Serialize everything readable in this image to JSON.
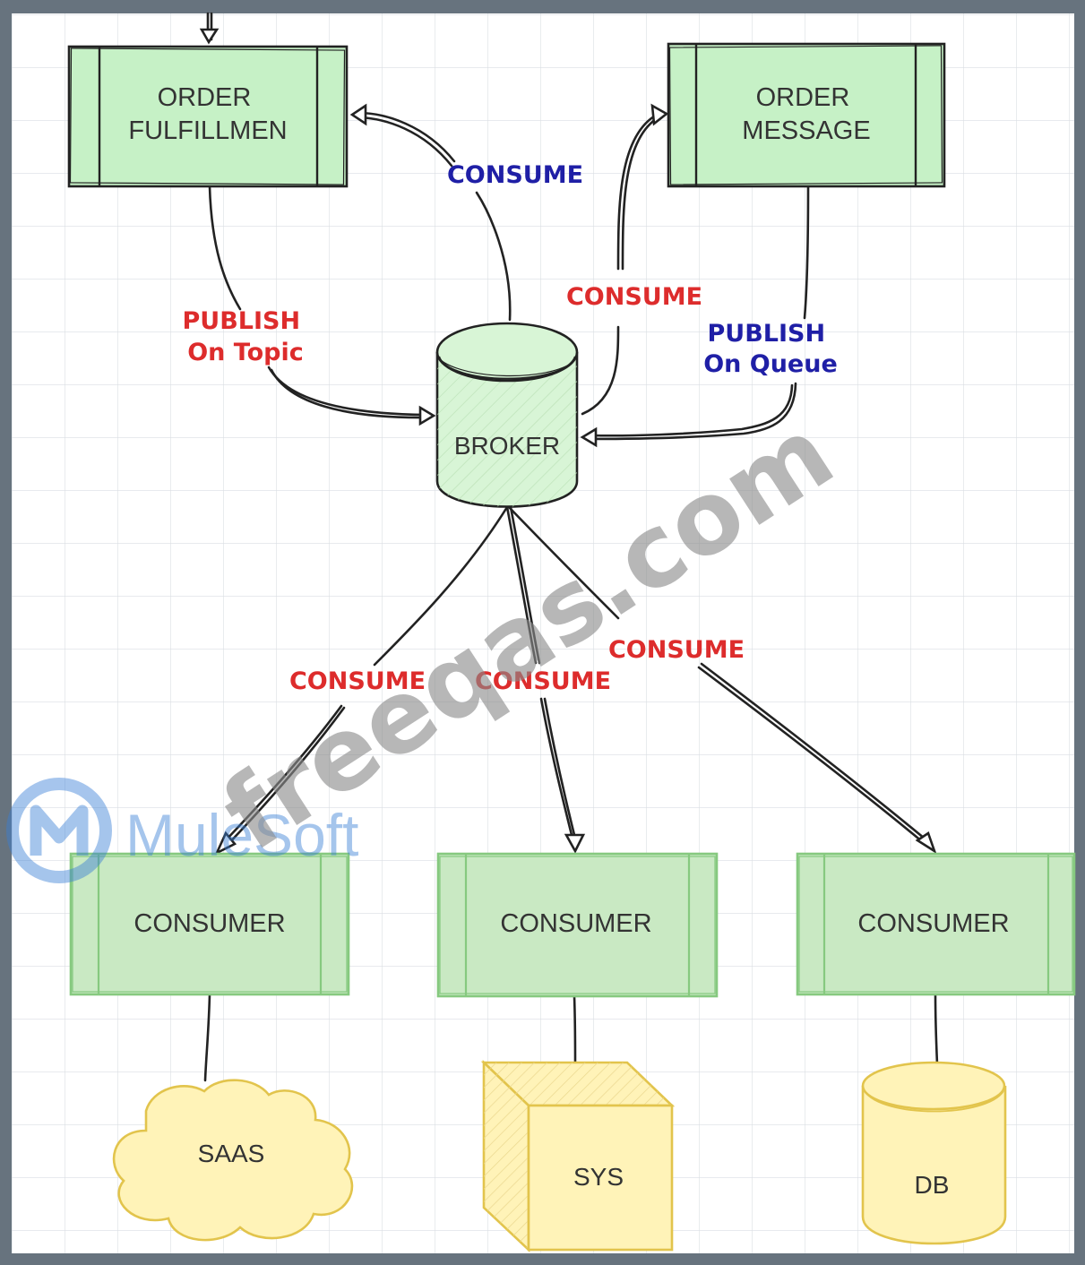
{
  "diagram": {
    "nodes": {
      "order_fulfillment": [
        "ORDER",
        "FULFILLMEN"
      ],
      "order_message": [
        "ORDER",
        "MESSAGE"
      ],
      "broker": "BROKER",
      "consumer_1": "CONSUMER",
      "consumer_2": "CONSUMER",
      "consumer_3": "CONSUMER",
      "saas": "SAAS",
      "sys": "SYS",
      "db": "DB"
    },
    "edges": {
      "publish_topic": [
        "PUBLISH",
        "On Topic"
      ],
      "publish_queue": [
        "PUBLISH",
        "On Queue"
      ],
      "consume_fulfillment": "CONSUME",
      "consume_message": "CONSUME",
      "consume_consumer_1": "CONSUME",
      "consume_consumer_2": "CONSUME",
      "consume_consumer_3": "CONSUME"
    },
    "colors": {
      "process_fill": "#c8f0c8",
      "consumer_fill": "#c9e9c3",
      "target_fill": "#fff3b8",
      "target_stroke": "#e2c44c",
      "red_label": "#dd2c2c",
      "blue_label": "#1f1fa6",
      "frame": "#67737e",
      "grid": "#d9dde2"
    }
  },
  "watermarks": {
    "site": "freeqas.com",
    "brand": "MuleSoft"
  }
}
